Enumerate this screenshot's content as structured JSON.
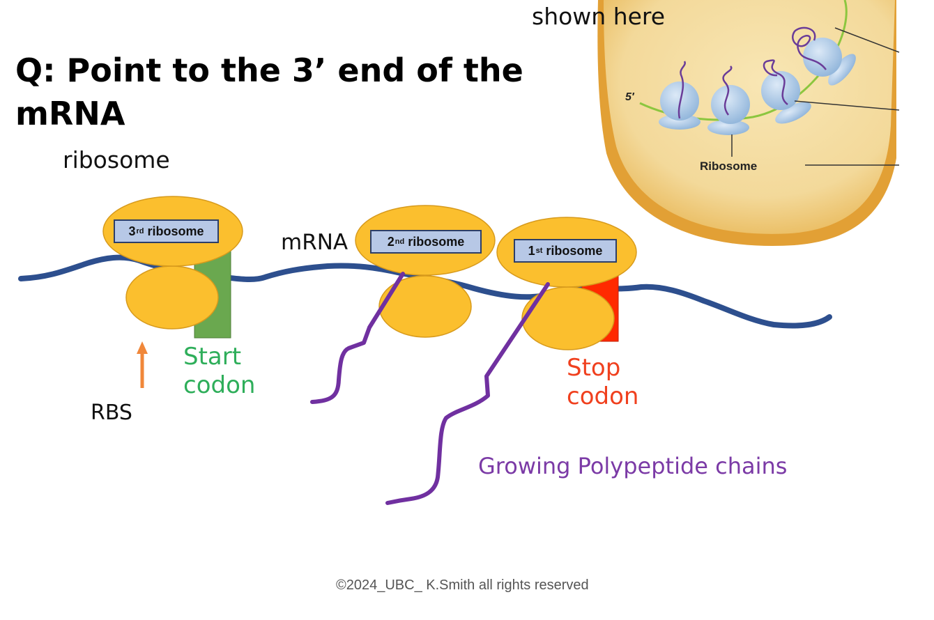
{
  "title": "Q: Point to the 3’ end of the mRNA",
  "top_fragment": "shown here",
  "labels": {
    "ribosome_heading": "ribosome",
    "mrna": "mRNA",
    "rbs": "RBS",
    "start_codon": "Start\ncodon",
    "stop_codon": "Stop\ncodon",
    "polypeptide": "Growing Polypeptide chains"
  },
  "ribosome_boxes": {
    "third": {
      "num": "3",
      "sup": "rd",
      "word": "ribosome"
    },
    "second": {
      "num": "2",
      "sup": "nd",
      "word": "ribosome"
    },
    "first": {
      "num": "1",
      "sup": "st",
      "word": "ribosome"
    }
  },
  "cell_image": {
    "five_prime": "5′",
    "ribosome_label": "Ribosome"
  },
  "footer": "©2024_UBC_ K.Smith all rights reserved",
  "colors": {
    "mrna": "#2d4f8e",
    "ribosome": "#fbbf2e",
    "start_codon": "#6aa84f",
    "stop_codon": "#ff2a00",
    "polypeptide": "#7030a0",
    "rbs_arrow": "#f0873a"
  }
}
